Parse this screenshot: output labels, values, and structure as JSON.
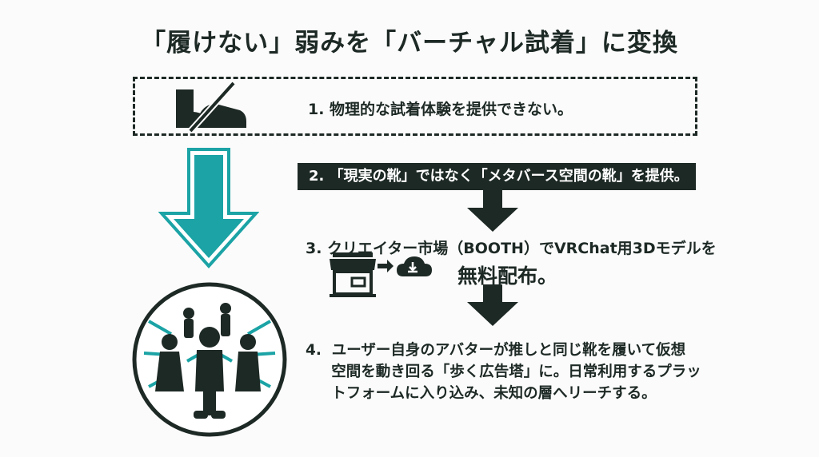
{
  "title": "「履けない」弱みを「バーチャル試着」に変換",
  "steps": {
    "s1": "1. 物理的な試着体験を提供できない。",
    "s2": "2. 「現実の靴」ではなく「メタバース空間の靴」を提供。",
    "s3": "3.  クリエイター市場（BOOTH）でVRChat用3Dモデルを",
    "s3b": "無料配布。",
    "s4": "4.  ユーザー自身のアバターが推しと同じ靴を履いて仮想\n     空間を動き回る「歩く広告塔」に。日常利用するプラッ\n     トフォームに入り込み、未知の層へリーチする。"
  },
  "colors": {
    "dark": "#1d2925",
    "teal": "#1ba3a5"
  }
}
